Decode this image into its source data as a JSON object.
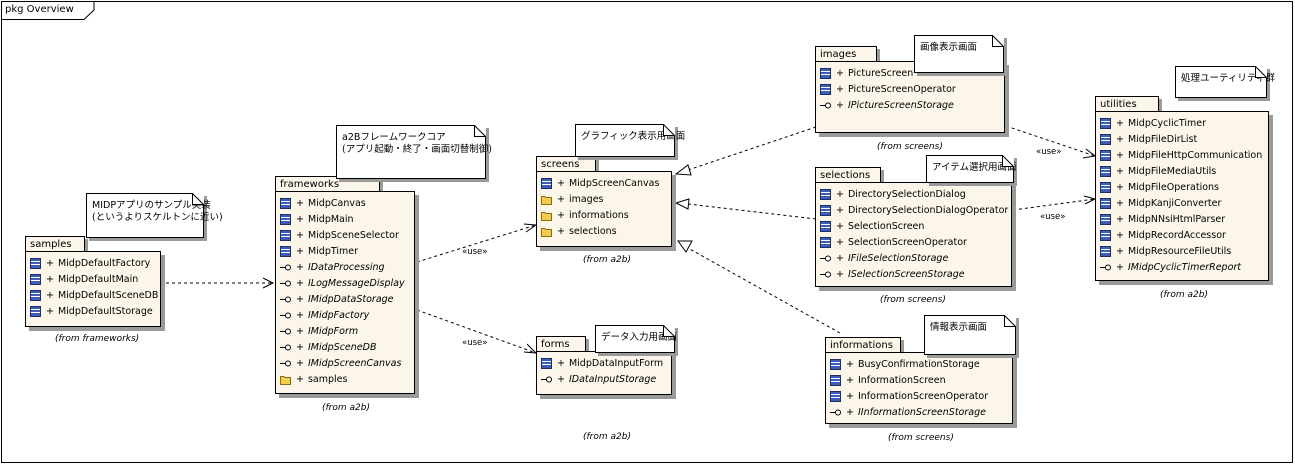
{
  "diagram": {
    "frame_label": "pkg Overview",
    "use_label": "«use»",
    "packages": {
      "samples": {
        "name": "samples",
        "from": "(from frameworks)",
        "items": [
          {
            "vis": "+",
            "name": "MidpDefaultFactory",
            "icon": "class-icon"
          },
          {
            "vis": "+",
            "name": "MidpDefaultMain",
            "icon": "class-icon"
          },
          {
            "vis": "+",
            "name": "MidpDefaultSceneDB",
            "icon": "class-icon"
          },
          {
            "vis": "+",
            "name": "MidpDefaultStorage",
            "icon": "class-icon"
          }
        ]
      },
      "frameworks": {
        "name": "frameworks",
        "from": "(from a2b)",
        "items": [
          {
            "vis": "+",
            "name": "MidpCanvas",
            "icon": "class-icon"
          },
          {
            "vis": "+",
            "name": "MidpMain",
            "icon": "class-icon"
          },
          {
            "vis": "+",
            "name": "MidpSceneSelector",
            "icon": "class-icon"
          },
          {
            "vis": "+",
            "name": "MidpTimer",
            "icon": "class-icon"
          },
          {
            "vis": "+",
            "name": "IDataProcessing",
            "icon": "interface-icon"
          },
          {
            "vis": "+",
            "name": "ILogMessageDisplay",
            "icon": "interface-icon"
          },
          {
            "vis": "+",
            "name": "IMidpDataStorage",
            "icon": "interface-icon"
          },
          {
            "vis": "+",
            "name": "IMidpFactory",
            "icon": "interface-icon"
          },
          {
            "vis": "+",
            "name": "IMidpForm",
            "icon": "interface-icon"
          },
          {
            "vis": "+",
            "name": "IMidpSceneDB",
            "icon": "interface-icon"
          },
          {
            "vis": "+",
            "name": "IMidpScreenCanvas",
            "icon": "interface-icon"
          },
          {
            "vis": "+",
            "name": "samples",
            "icon": "folder-icon"
          }
        ]
      },
      "screens": {
        "name": "screens",
        "from": "(from a2b)",
        "items": [
          {
            "vis": "+",
            "name": "MidpScreenCanvas",
            "icon": "class-icon"
          },
          {
            "vis": "+",
            "name": "images",
            "icon": "folder-icon"
          },
          {
            "vis": "+",
            "name": "informations",
            "icon": "folder-icon"
          },
          {
            "vis": "+",
            "name": "selections",
            "icon": "folder-icon"
          }
        ]
      },
      "forms": {
        "name": "forms",
        "from": "(from a2b)",
        "items": [
          {
            "vis": "+",
            "name": "MidpDataInputForm",
            "icon": "class-icon"
          },
          {
            "vis": "+",
            "name": "IDataInputStorage",
            "icon": "interface-icon"
          }
        ]
      },
      "images": {
        "name": "images",
        "from": "(from screens)",
        "items": [
          {
            "vis": "+",
            "name": "PictureScreen",
            "icon": "class-icon"
          },
          {
            "vis": "+",
            "name": "PictureScreenOperator",
            "icon": "class-icon"
          },
          {
            "vis": "+",
            "name": "IPictureScreenStorage",
            "icon": "interface-icon"
          }
        ]
      },
      "selections": {
        "name": "selections",
        "from": "(from screens)",
        "items": [
          {
            "vis": "+",
            "name": "DirectorySelectionDialog",
            "icon": "class-icon"
          },
          {
            "vis": "+",
            "name": "DirectorySelectionDialogOperator",
            "icon": "class-icon"
          },
          {
            "vis": "+",
            "name": "SelectionScreen",
            "icon": "class-icon"
          },
          {
            "vis": "+",
            "name": "SelectionScreenOperator",
            "icon": "class-icon"
          },
          {
            "vis": "+",
            "name": "IFileSelectionStorage",
            "icon": "interface-icon"
          },
          {
            "vis": "+",
            "name": "ISelectionScreenStorage",
            "icon": "interface-icon"
          }
        ]
      },
      "informations": {
        "name": "informations",
        "from": "(from screens)",
        "items": [
          {
            "vis": "+",
            "name": "BusyConfirmationStorage",
            "icon": "class-icon"
          },
          {
            "vis": "+",
            "name": "InformationScreen",
            "icon": "class-icon"
          },
          {
            "vis": "+",
            "name": "InformationScreenOperator",
            "icon": "class-icon"
          },
          {
            "vis": "+",
            "name": "IInformationScreenStorage",
            "icon": "interface-icon"
          }
        ]
      },
      "utilities": {
        "name": "utilities",
        "from": "(from a2b)",
        "items": [
          {
            "vis": "+",
            "name": "MidpCyclicTimer",
            "icon": "class-icon"
          },
          {
            "vis": "+",
            "name": "MidpFileDirList",
            "icon": "class-icon"
          },
          {
            "vis": "+",
            "name": "MidpFileHttpCommunication",
            "icon": "class-icon"
          },
          {
            "vis": "+",
            "name": "MidpFileMediaUtils",
            "icon": "class-icon"
          },
          {
            "vis": "+",
            "name": "MidpFileOperations",
            "icon": "class-icon"
          },
          {
            "vis": "+",
            "name": "MidpKanjiConverter",
            "icon": "class-icon"
          },
          {
            "vis": "+",
            "name": "MidpNNsiHtmlParser",
            "icon": "class-icon"
          },
          {
            "vis": "+",
            "name": "MidpRecordAccessor",
            "icon": "class-icon"
          },
          {
            "vis": "+",
            "name": "MidpResourceFileUtils",
            "icon": "class-icon"
          },
          {
            "vis": "+",
            "name": "IMidpCyclicTimerReport",
            "icon": "interface-icon"
          }
        ]
      }
    },
    "notes": {
      "samples_note": [
        "MIDPアプリのサンプル実装",
        "(というよりスケルトンに近い)"
      ],
      "frameworks_note": [
        "a2Bフレームワークコア",
        "(アプリ起動・終了・画面切替制御)"
      ],
      "screens_note": [
        "グラフィック表示用画面"
      ],
      "forms_note": [
        "データ入力用画面"
      ],
      "images_note": [
        "画像表示画面"
      ],
      "selections_note": [
        "アイテム選択用画面"
      ],
      "informations_note": [
        "情報表示画面"
      ],
      "utilities_note": [
        "処理ユーティリティ群"
      ]
    },
    "colors": {
      "package_fill": "#fbf6e9",
      "shadow": "#9a9a9a",
      "class_icon": "#3b5fb6",
      "folder_icon": "#f1cf4a"
    }
  }
}
